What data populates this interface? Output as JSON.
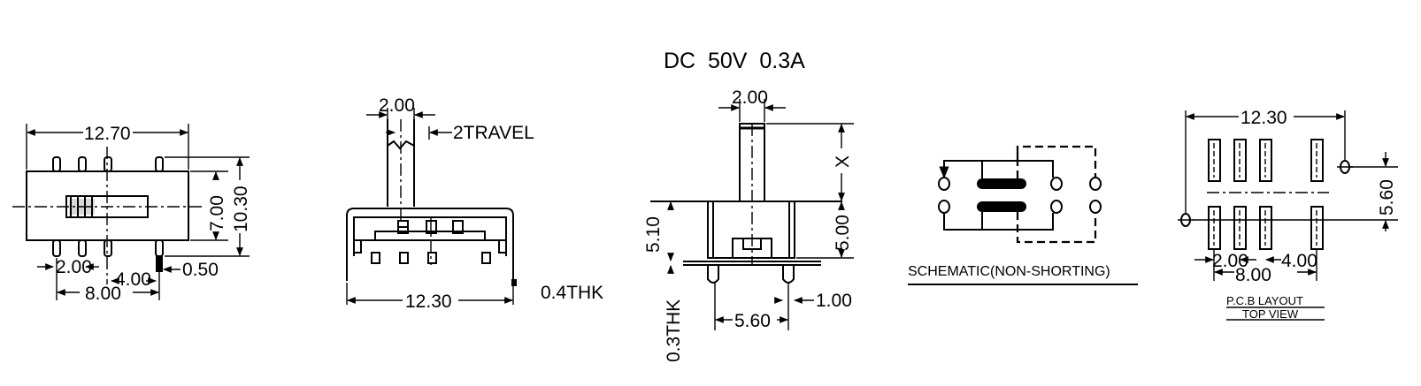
{
  "rating": "DC  50V  0.3A",
  "top_view": {
    "width": "12.70",
    "height_body": "7.00",
    "height_total": "10.30",
    "pitch": "2.00",
    "center_gap": "4.00",
    "pin_width": "0.50",
    "pin_span": "8.00"
  },
  "front_view": {
    "actuator_width": "2.00",
    "travel": "2TRAVEL",
    "length": "12.30",
    "thickness": "0.4THK"
  },
  "side_view": {
    "actuator_width": "2.00",
    "actuator_height": "X",
    "body_height": "5.00",
    "mount_height": "5.10",
    "thickness": "0.3THK",
    "pin_width": "1.00",
    "leg_span": "5.60"
  },
  "schematic": {
    "label": "SCHEMATIC(NON-SHORTING)"
  },
  "pcb_layout": {
    "width": "12.30",
    "row_pitch": "5.60",
    "pitch": "2.00",
    "center_gap": "4.00",
    "span": "8.00",
    "title": "P.C.B LAYOUT",
    "subtitle": "TOP VIEW"
  }
}
